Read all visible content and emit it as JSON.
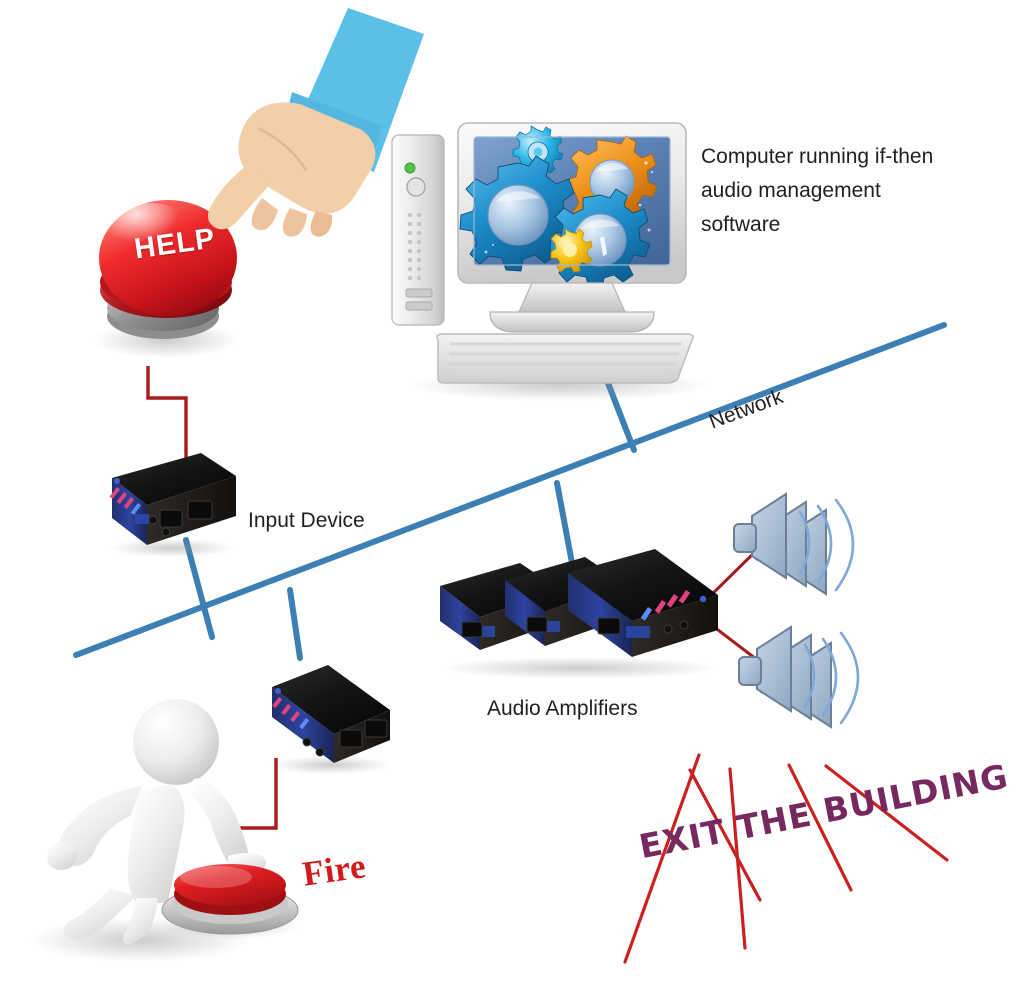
{
  "diagram": {
    "title": "Emergency audio notification system network diagram",
    "background": "#ffffff"
  },
  "labels": {
    "computer": "Computer running if-then audio management software",
    "input_device": "Input Device",
    "audio_amplifiers": "Audio Amplifiers",
    "network": "Network",
    "fire": "Fire",
    "exit_message": "EXIT THE BUILDING",
    "help_button": "HELP"
  },
  "colors": {
    "network_line": "#3B7FB5",
    "drop_line": "#3B7FB5",
    "trigger_line": "#A61B1B",
    "audio_ray": "#CC2020",
    "help_button_red": "#E8252B",
    "fire_button_red": "#DD1F1F",
    "exit_text_purple": "#77285e",
    "fire_text_red": "#d21a1a",
    "label_text": "#231f20",
    "device_body": "#171717",
    "device_face": "#2b3f8f",
    "speaker_body": "#AEBFD4",
    "speaker_stroke": "#6b7f99",
    "sound_wave": "#7FA8D9",
    "monitor_case": "#e2e2e2",
    "monitor_screen": "#5d82b5",
    "gear_blue": "#1d8ecb",
    "gear_orange": "#f0951d",
    "gear_yellow": "#f5c518",
    "hand_skin": "#f2cfa8",
    "sleeve_blue": "#5bc0e8",
    "figure_white": "#ececec"
  },
  "nodes": [
    {
      "name": "help-button",
      "type": "emergency-push-button",
      "label": "HELP"
    },
    {
      "name": "pointing-hand",
      "type": "hand-cursor"
    },
    {
      "name": "computer",
      "type": "desktop-computer-with-gears"
    },
    {
      "name": "input-device-top",
      "type": "network-input-device",
      "label": "Input Device"
    },
    {
      "name": "input-device-bottom",
      "type": "network-input-device"
    },
    {
      "name": "audio-amplifiers",
      "type": "amplifier-stack",
      "count": 3,
      "label": "Audio Amplifiers"
    },
    {
      "name": "speaker-group-upper",
      "type": "speaker-array",
      "count": 3
    },
    {
      "name": "speaker-group-lower",
      "type": "speaker-array",
      "count": 3
    },
    {
      "name": "person-figure",
      "type": "3d-human-figure"
    },
    {
      "name": "fire-button",
      "type": "emergency-push-button",
      "label": "Fire"
    }
  ],
  "connections": [
    {
      "from": "help-button",
      "to": "input-device-top",
      "style": "trigger",
      "color": "#A61B1B"
    },
    {
      "from": "fire-button",
      "to": "input-device-bottom",
      "style": "trigger",
      "color": "#A61B1B"
    },
    {
      "from": "computer",
      "to": "network",
      "style": "drop",
      "color": "#3B7FB5"
    },
    {
      "from": "input-device-top",
      "to": "network",
      "style": "drop",
      "color": "#3B7FB5"
    },
    {
      "from": "input-device-bottom",
      "to": "network",
      "style": "drop",
      "color": "#3B7FB5"
    },
    {
      "from": "audio-amplifiers",
      "to": "network",
      "style": "drop",
      "color": "#3B7FB5"
    },
    {
      "from": "audio-amplifiers",
      "to": "speaker-group-upper",
      "style": "audio",
      "color": "#A61B1B"
    },
    {
      "from": "audio-amplifiers",
      "to": "speaker-group-lower",
      "style": "audio",
      "color": "#A61B1B"
    }
  ]
}
